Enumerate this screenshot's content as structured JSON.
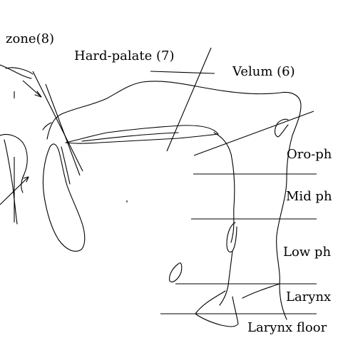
{
  "labels": {
    "zone_8": "zone(8)",
    "hard_palate_7": "Hard-palate (7)",
    "velum_6": "Velum (6)",
    "oro_ph": "Oro-ph",
    "mid_ph": "Mid ph",
    "low_ph": "Low ph",
    "larynx": "Larynx",
    "larynx_floor": "Larynx floor"
  },
  "colors": {
    "ink": "#000000",
    "background": "#ffffff"
  }
}
